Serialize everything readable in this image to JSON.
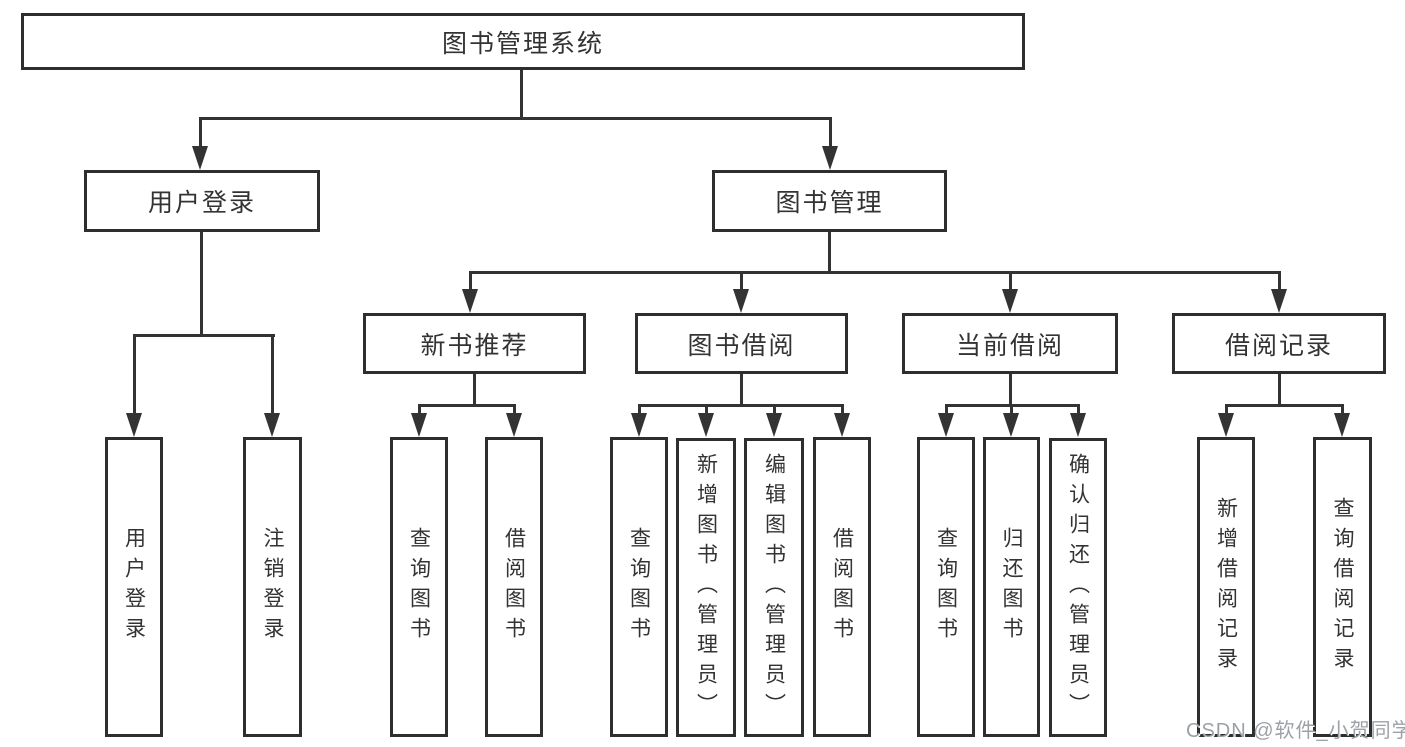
{
  "root": {
    "label": "图书管理系统"
  },
  "level2": {
    "user_login": "用户登录",
    "book_management": "图书管理"
  },
  "level3": {
    "new_books": "新书推荐",
    "book_borrowing": "图书借阅",
    "current_borrowing": "当前借阅",
    "borrowing_records": "借阅记录"
  },
  "leaves": {
    "user_login": [
      "用户登录",
      "注销登录"
    ],
    "new_books": [
      "查询图书",
      "借阅图书"
    ],
    "book_borrowing": [
      "查询图书",
      "新增图书（管理员）",
      "编辑图书（管理员）",
      "借阅图书"
    ],
    "current_borrowing": [
      "查询图书",
      "归还图书",
      "确认归还（管理员）"
    ],
    "borrowing_records": [
      "新增借阅记录",
      "查询借阅记录"
    ]
  },
  "watermark": "CSDN @软件_小贺同学",
  "colors": {
    "line": "#333333",
    "border": "#2e2e2e",
    "text": "#333333",
    "watermark": "#9ca1a8",
    "background": "#ffffff"
  }
}
